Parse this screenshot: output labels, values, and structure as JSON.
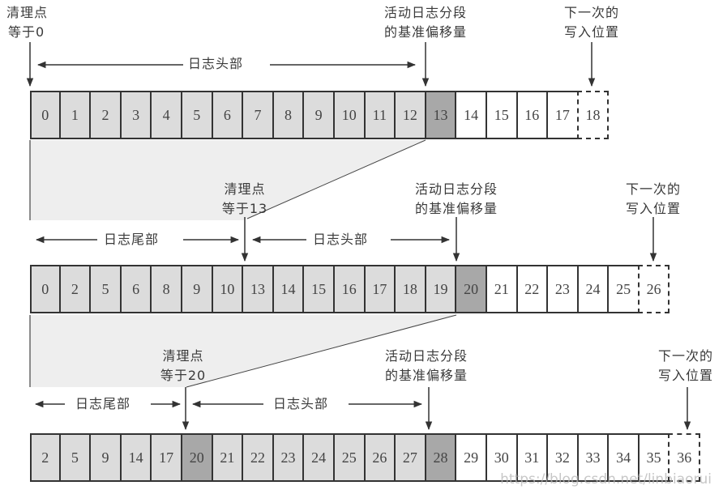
{
  "labels": {
    "cleaner_point": "清理点",
    "active_segment_line1": "活动日志分段",
    "active_segment_line2": "的基准偏移量",
    "next_write_line1": "下一次的",
    "next_write_line2": "写入位置",
    "log_head": "日志头部",
    "log_tail": "日志尾部"
  },
  "rows": [
    {
      "cleaner_label": "等于0",
      "offsets": [
        "0",
        "1",
        "2",
        "3",
        "4",
        "5",
        "6",
        "7",
        "8",
        "9",
        "10",
        "11",
        "12",
        "13",
        "14",
        "15",
        "16",
        "17",
        "18"
      ],
      "types": [
        "log",
        "log",
        "log",
        "log",
        "log",
        "log",
        "log",
        "log",
        "log",
        "log",
        "log",
        "log",
        "log",
        "base",
        "new",
        "new",
        "new",
        "new",
        "next"
      ]
    },
    {
      "cleaner_label": "等于13",
      "offsets": [
        "0",
        "2",
        "5",
        "6",
        "8",
        "9",
        "10",
        "13",
        "14",
        "15",
        "16",
        "17",
        "18",
        "19",
        "20",
        "21",
        "22",
        "23",
        "24",
        "25",
        "26"
      ],
      "types": [
        "log",
        "log",
        "log",
        "log",
        "log",
        "log",
        "log",
        "log",
        "log",
        "log",
        "log",
        "log",
        "log",
        "log",
        "base",
        "new",
        "new",
        "new",
        "new",
        "new",
        "next"
      ]
    },
    {
      "cleaner_label": "等于20",
      "offsets": [
        "2",
        "5",
        "9",
        "14",
        "17",
        "20",
        "21",
        "22",
        "23",
        "24",
        "25",
        "26",
        "27",
        "28",
        "29",
        "30",
        "31",
        "32",
        "33",
        "34",
        "35",
        "36"
      ],
      "types": [
        "log",
        "log",
        "log",
        "log",
        "log",
        "base",
        "log",
        "log",
        "log",
        "log",
        "log",
        "log",
        "log",
        "base",
        "new",
        "new",
        "new",
        "new",
        "new",
        "new",
        "new",
        "next"
      ]
    }
  ],
  "watermark": "https://blog.csdn.net/linbiaorui",
  "colors": {
    "log_cell": "#dcdcdc",
    "base_cell": "#a8a8a8",
    "new_cell": "#ffffff",
    "shade": "#eeeeee",
    "stroke": "#333333"
  }
}
